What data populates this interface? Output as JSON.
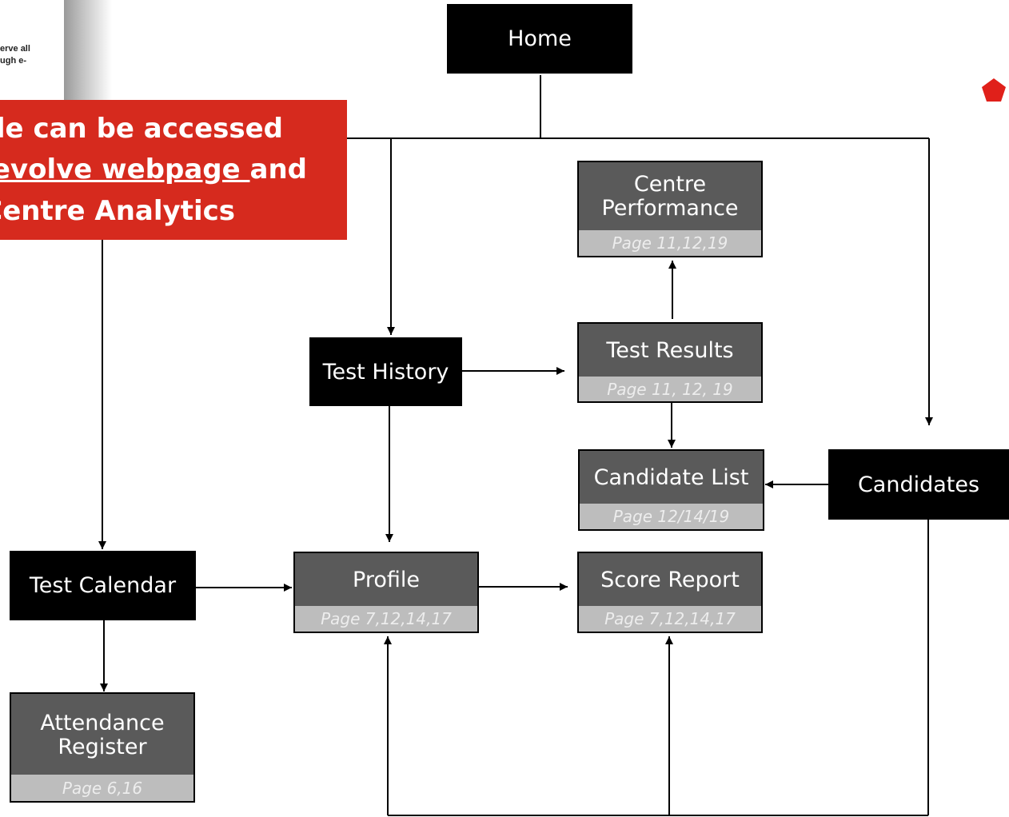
{
  "background": {
    "fragment_line1": "erve all",
    "fragment_line2": "ugh e-"
  },
  "banner": {
    "line1": "uide can be accessed",
    "line2_prefix": "e ",
    "line2_link": "evolve webpage ",
    "line2_suffix": "and",
    "line3": "Centre Analytics"
  },
  "nodes": {
    "home": {
      "title": "Home"
    },
    "test_history": {
      "title": "Test History"
    },
    "candidates": {
      "title": "Candidates"
    },
    "test_calendar": {
      "title": "Test Calendar"
    },
    "centre_performance": {
      "title_line1": "Centre",
      "title_line2": "Performance",
      "pages": "Page 11,12,19"
    },
    "test_results": {
      "title": "Test Results",
      "pages": "Page 11, 12, 19"
    },
    "candidate_list": {
      "title": "Candidate List",
      "pages": "Page 12/14/19"
    },
    "profile": {
      "title": "Profile",
      "pages": "Page 7,12,14,17"
    },
    "score_report": {
      "title": "Score Report",
      "pages": "Page 7,12,14,17"
    },
    "attendance_register": {
      "title_line1": "Attendance",
      "title_line2": "Register",
      "pages": "Page 6,16"
    }
  },
  "colors": {
    "banner": "#d62a1e",
    "black_node": "#000000",
    "grey_node": "#5a5a5a",
    "page_strip": "#bdbdbd",
    "pentagon": "#e0201a"
  }
}
